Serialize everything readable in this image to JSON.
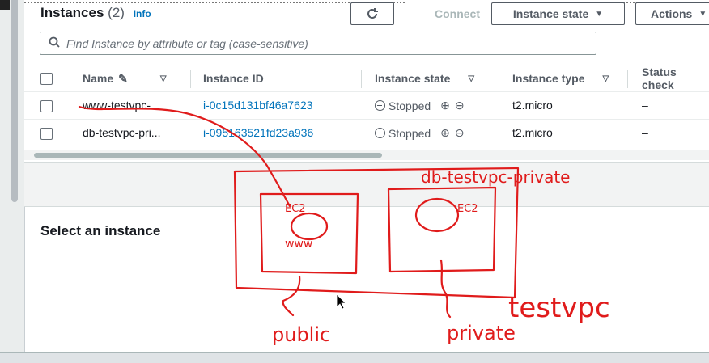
{
  "header": {
    "title": "Instances",
    "count": "(2)",
    "info_link": "Info",
    "refresh_icon": "refresh-icon",
    "connect_label": "Connect",
    "instance_state_label": "Instance state",
    "actions_label": "Actions"
  },
  "search": {
    "placeholder": "Find Instance by attribute or tag (case-sensitive)",
    "icon": "search-icon"
  },
  "table": {
    "columns": [
      "Name",
      "Instance ID",
      "Instance state",
      "Instance type",
      "Status check"
    ],
    "rows": [
      {
        "name": "www-testvpc-...",
        "instance_id": "i-0c15d131bf46a7623",
        "state": "Stopped",
        "type": "t2.micro",
        "status": "–"
      },
      {
        "name": "db-testvpc-pri...",
        "instance_id": "i-095163521fd23a936",
        "state": "Stopped",
        "type": "t2.micro",
        "status": "–"
      }
    ]
  },
  "details": {
    "title": "Select an instance"
  },
  "annotations": {
    "color": "#e01b1b",
    "vpc_label": "testvpc",
    "db_label": "db-testvpc-private",
    "public_label": "public",
    "private_label": "private",
    "ec2_left": "EC2",
    "ec2_right": "EC2",
    "www_label": "www"
  }
}
